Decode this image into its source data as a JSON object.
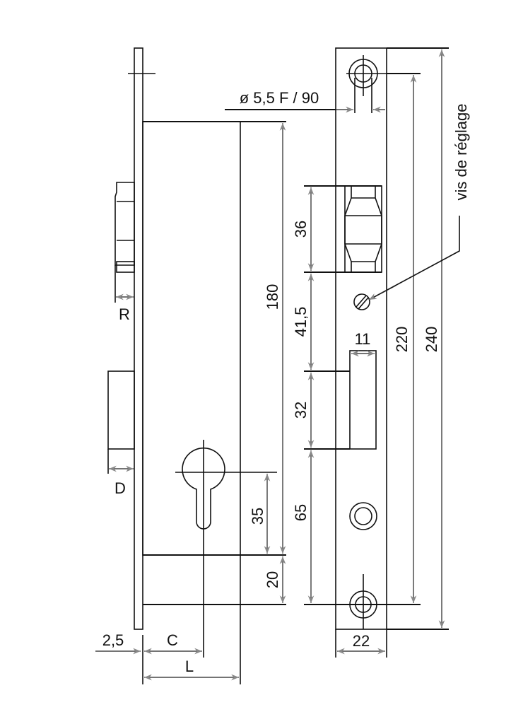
{
  "diagram": {
    "title_hole": "ø 5,5 F / 90",
    "adjust_screw_label": "vis de réglage",
    "side_view": {
      "height_180": "180",
      "cyl_35": "35",
      "bottom_20": "20",
      "latch_r": "R",
      "bolt_d": "D",
      "plate_2_5": "2,5",
      "backset_c": "C",
      "depth_l": "L"
    },
    "front_view": {
      "latch_36": "36",
      "gap_41_5": "41,5",
      "bolt_32": "32",
      "bolt_width_11": "11",
      "lower_65": "65",
      "holes_220": "220",
      "plate_240": "240",
      "plate_width_22": "22"
    }
  }
}
